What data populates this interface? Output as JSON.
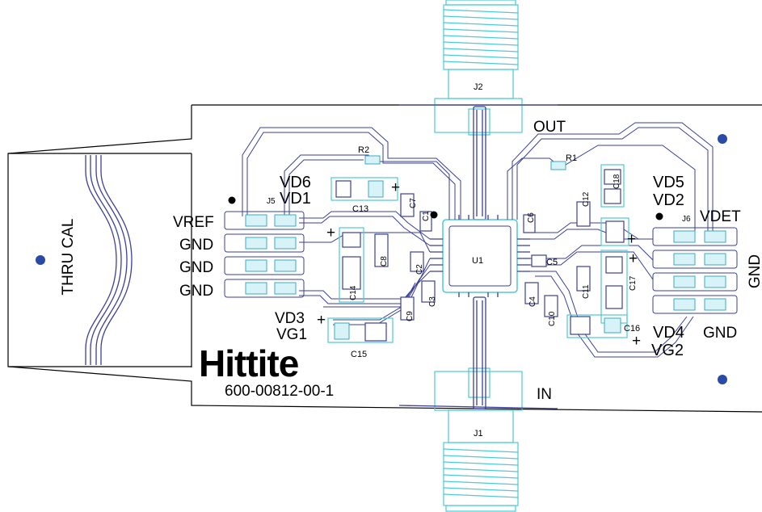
{
  "board": {
    "thru_cal": "THRU CAL",
    "part_number": "600-00812-00-1",
    "logo": "Hittite"
  },
  "connectors": {
    "top": "J2",
    "bottom": "J1",
    "left_header": "J5",
    "right_header": "J6"
  },
  "rf": {
    "out": "OUT",
    "in": "IN"
  },
  "ic": "U1",
  "left_pins": [
    "VREF",
    "GND",
    "GND",
    "GND"
  ],
  "left_labels": {
    "vd6": "VD6",
    "vd1": "VD1",
    "vd3": "VD3",
    "vg1": "VG1"
  },
  "right_labels": {
    "vd5": "VD5",
    "vd2": "VD2",
    "vdet": "VDET",
    "gnd_side": "GND",
    "gnd_bottom": "GND",
    "vd4": "VD4",
    "vg2": "VG2"
  },
  "components": {
    "r1": "R1",
    "r2": "R2",
    "c1": "C1",
    "c2": "C2",
    "c3": "C3",
    "c4": "C4",
    "c5": "C5",
    "c6": "C6",
    "c7": "C7",
    "c8": "C8",
    "c9": "C9",
    "c10": "C10",
    "c11": "C11",
    "c12": "C12",
    "c13": "C13",
    "c14": "C14",
    "c15": "C15",
    "c16": "C16",
    "c17": "C17",
    "c18": "C18"
  },
  "polarity": "+",
  "colors": {
    "trace": "#3a3f9a",
    "silkscreen": "#4ec9d6",
    "outline": "#000000",
    "via": "#2a4aa8"
  }
}
